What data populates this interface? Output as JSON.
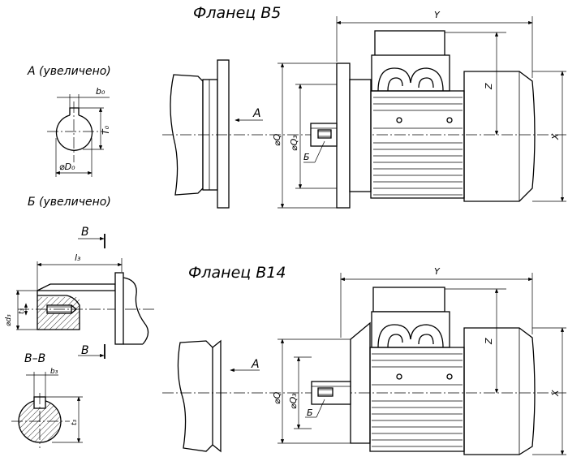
{
  "titles": {
    "flange_b5": "Фланец  B5",
    "flange_b14": "Фланец  B14"
  },
  "views": {
    "view_a": "A (увеличено)",
    "view_b": "Б (увеличено)",
    "section_vv": "В–В"
  },
  "labels": {
    "b0": "b₀",
    "t0": "T₀",
    "d0": "⌀D₀",
    "l3": "l₃",
    "d3": "⌀d₃",
    "t3": "t₃",
    "b3": "b₃",
    "t3_section": "t₃",
    "y": "Y",
    "z": "Z",
    "x": "X",
    "q": "⌀Q",
    "q3": "⌀Q₃",
    "a": "A",
    "b_cyr": "Б",
    "v": "В"
  },
  "colors": {
    "ink": "#000000",
    "paper": "#ffffff",
    "hatch": "#000000"
  }
}
